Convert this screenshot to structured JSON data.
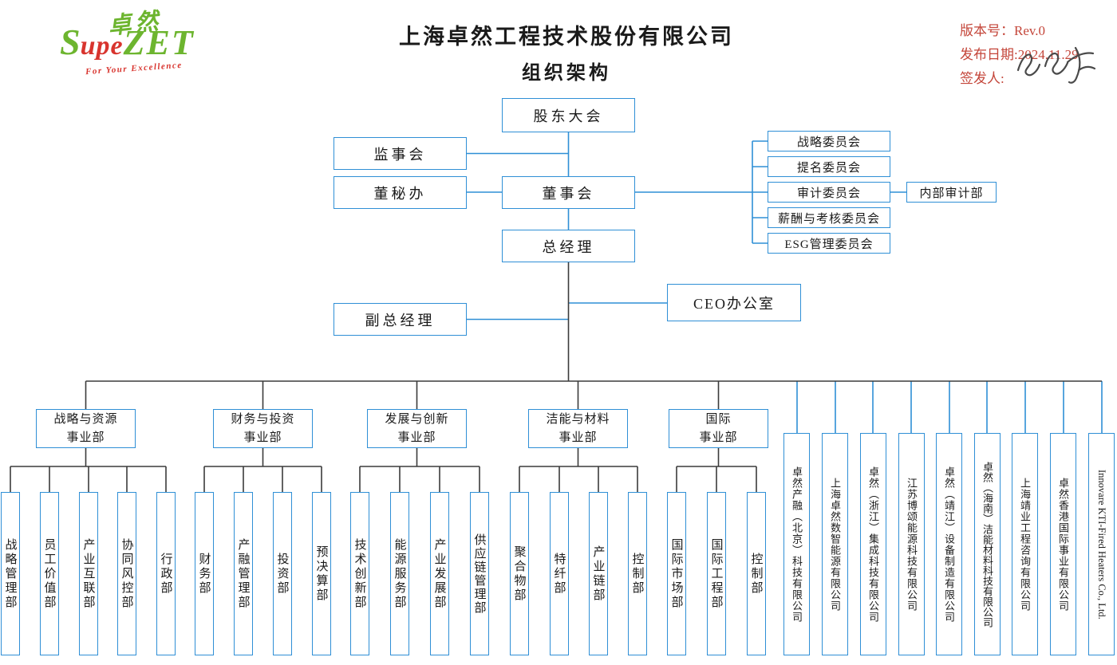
{
  "colors": {
    "accent_blue": "#2f8fd6",
    "line_dark": "#3b3b3b",
    "brand_red": "#c4463a",
    "brand_green": "#6db52f"
  },
  "logo": {
    "chinese": "卓然",
    "brand_s": "S",
    "brand_mid": "upe",
    "brand_end": "ZET",
    "tagline": "For Your Excellence"
  },
  "title": {
    "line1": "上海卓然工程技术股份有限公司",
    "line2": "组织架构"
  },
  "meta": {
    "version_label": "版本号：",
    "version_value": "Rev.0",
    "date_label": "发布日期:",
    "date_value": "2024.11.29",
    "signer_label": "签发人:"
  },
  "boxes": {
    "shareholders": "股东大会",
    "supervisory_board": "监事会",
    "board_secretary_office": "董秘办",
    "board_of_directors": "董事会",
    "general_manager": "总经理",
    "ceo_office": "CEO办公室",
    "deputy_general_manager": "副总经理",
    "internal_audit": "内部审计部"
  },
  "committees": [
    "战略委员会",
    "提名委员会",
    "审计委员会",
    "薪酬与考核委员会",
    "ESG管理委员会"
  ],
  "divisions": [
    {
      "l1": "战略与资源",
      "l2": "事业部"
    },
    {
      "l1": "财务与投资",
      "l2": "事业部"
    },
    {
      "l1": "发展与创新",
      "l2": "事业部"
    },
    {
      "l1": "洁能与材料",
      "l2": "事业部"
    },
    {
      "l1": "国际",
      "l2": "事业部"
    }
  ],
  "departments": [
    "战略管理部",
    "员工价值部",
    "产业互联部",
    "协同风控部",
    "行政部",
    "财务部",
    "产融管理部",
    "投资部",
    "预决算部",
    "技术创新部",
    "能源服务部",
    "产业发展部",
    "供应链管理部",
    "聚合物部",
    "特纤部",
    "产业链部",
    "控制部",
    "国际市场部",
    "国际工程部",
    "控制部"
  ],
  "subsidiaries": [
    "卓然产融（北京）科技有限公司",
    "上海卓然数智能源有限公司",
    "卓然（浙江）集成科技有限公司",
    "江苏博颂能源科技有限公司",
    "卓然（靖江）设备制造有限公司",
    "卓然（海南）洁能材料科技有限公司",
    "上海靖业工程咨询有限公司",
    "卓然香港国际事业有限公司",
    "Innovare KTI-Fired Heaters Co., Ltd."
  ]
}
